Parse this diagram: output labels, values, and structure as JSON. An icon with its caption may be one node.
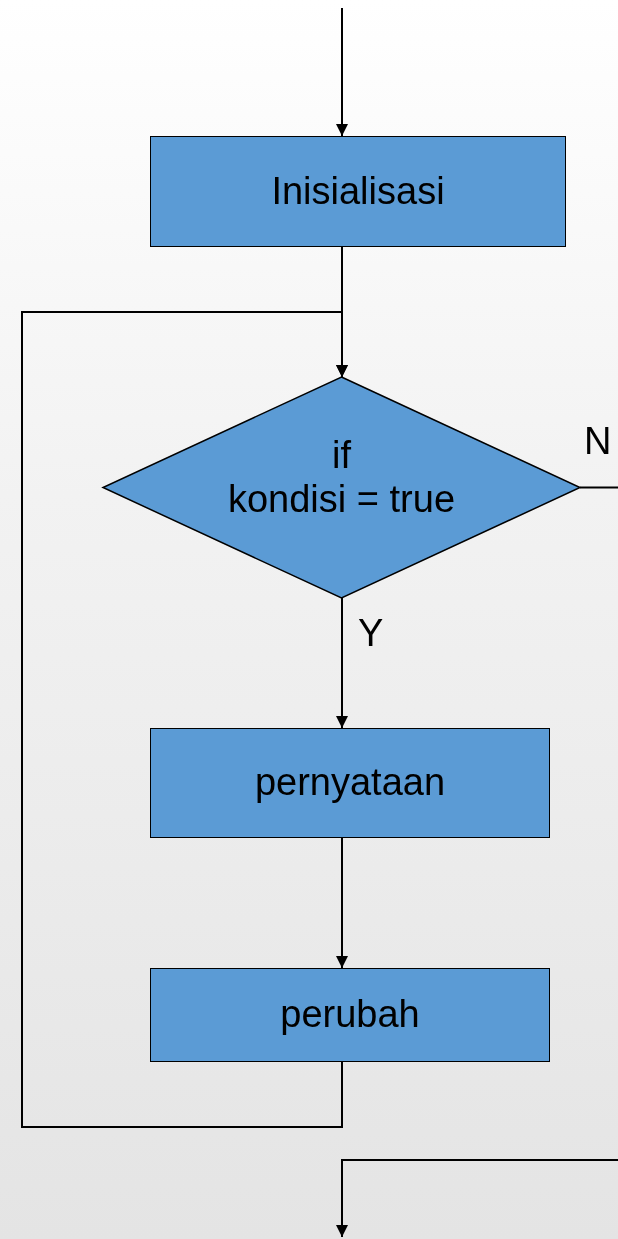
{
  "diagram": {
    "nodes": [
      {
        "text": [
          "Inisialisasi"
        ]
      },
      {
        "text": [
          "if",
          "kondisi = true"
        ]
      },
      {
        "text": [
          "pernyataan"
        ]
      },
      {
        "text": [
          "perubah"
        ]
      }
    ],
    "edges": [
      {
        "from": null,
        "to": 0,
        "arrow": "to"
      },
      {
        "from": 0,
        "to": 1,
        "arrow": "to"
      },
      {
        "from": 1,
        "to": 2,
        "arrow": "to",
        "label": "Y"
      },
      {
        "from": 2,
        "to": 3,
        "arrow": "to"
      },
      {
        "from": 3,
        "to": 1,
        "arrow": "to"
      },
      {
        "from": 1,
        "to": null,
        "arrow": "to",
        "label": "N"
      }
    ]
  }
}
